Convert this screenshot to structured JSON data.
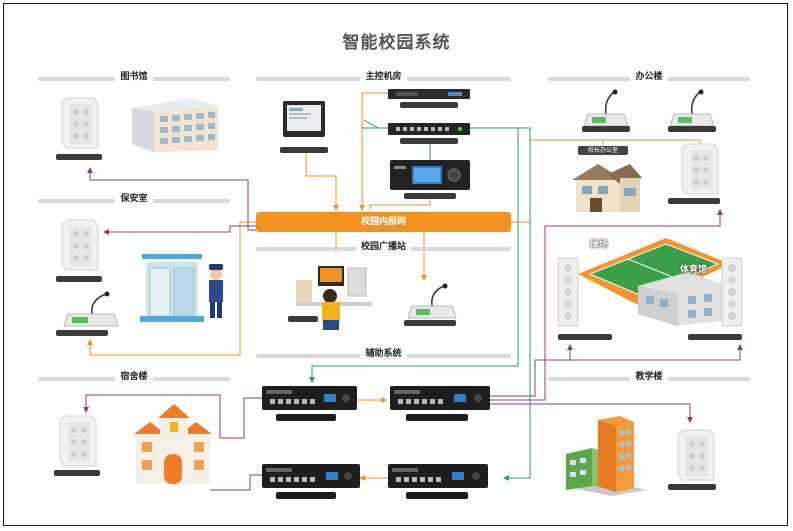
{
  "title": "智能校园系统",
  "sections": {
    "library": "图书馆",
    "control_room": "主控机房",
    "office": "办公楼",
    "security": "保安室",
    "broadcast": "校园广播站",
    "auxiliary": "辅助系统",
    "dormitory": "宿舍楼",
    "teaching": "教学楼"
  },
  "hub_label": "校园内部网",
  "places": {
    "playground": "操场",
    "gym": "体育馆",
    "principal_office": "校长办公室"
  },
  "colors": {
    "network": "#f39220",
    "audio_link": "#8a3f7a",
    "control_link": "#2aa05a",
    "hub": "#f39220"
  }
}
